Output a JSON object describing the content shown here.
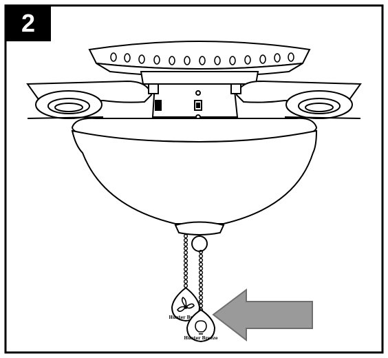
{
  "step": {
    "number": "2"
  },
  "pendant_text": {
    "left": "Hunter Breeze",
    "right": "Hunter Breeze"
  },
  "colors": {
    "ink": "#000000",
    "paper": "#ffffff",
    "arrow": "#9a9a9a"
  },
  "icons": [
    "fan-symbol-icon",
    "bulb-symbol-icon",
    "arrow-left-icon"
  ]
}
